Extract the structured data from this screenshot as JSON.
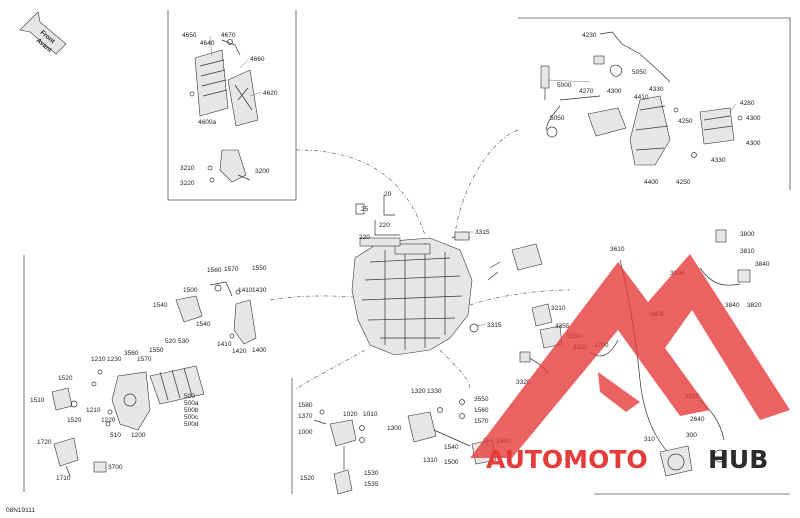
{
  "drawing_id": "08N19111",
  "arrow_text": [
    "Front",
    "Avant"
  ],
  "watermark": {
    "part1": "AUTOMOTO",
    "part2": "HUB",
    "red": "#e53b3b",
    "dark": "#2b2b2b"
  },
  "labels": [
    {
      "text": "4650"
    },
    {
      "text": "4670"
    },
    {
      "text": "4640"
    },
    {
      "text": "4660"
    },
    {
      "text": "4620"
    },
    {
      "text": "4600a"
    },
    {
      "text": "3210"
    },
    {
      "text": "3220"
    },
    {
      "text": "3200"
    },
    {
      "text": "4230"
    },
    {
      "text": "5000"
    },
    {
      "text": "5050"
    },
    {
      "text": "4270"
    },
    {
      "text": "4300"
    },
    {
      "text": "4330"
    },
    {
      "text": "4410"
    },
    {
      "text": "4280"
    },
    {
      "text": "4300"
    },
    {
      "text": "4250"
    },
    {
      "text": "5050"
    },
    {
      "text": "4300"
    },
    {
      "text": "4330"
    },
    {
      "text": "4400"
    },
    {
      "text": "4250"
    },
    {
      "text": "20"
    },
    {
      "text": "25"
    },
    {
      "text": "220"
    },
    {
      "text": "220"
    },
    {
      "text": "3315"
    },
    {
      "text": "3315"
    },
    {
      "text": "1560"
    },
    {
      "text": "1570"
    },
    {
      "text": "1550"
    },
    {
      "text": "1500"
    },
    {
      "text": "1410"
    },
    {
      "text": "1430"
    },
    {
      "text": "1540"
    },
    {
      "text": "1540"
    },
    {
      "text": "1410"
    },
    {
      "text": "1420"
    },
    {
      "text": "1400"
    },
    {
      "text": "1210"
    },
    {
      "text": "1230"
    },
    {
      "text": "3560"
    },
    {
      "text": "520"
    },
    {
      "text": "530"
    },
    {
      "text": "1550"
    },
    {
      "text": "1570"
    },
    {
      "text": "1520"
    },
    {
      "text": "1510"
    },
    {
      "text": "1520"
    },
    {
      "text": "1210"
    },
    {
      "text": "1220"
    },
    {
      "text": "510"
    },
    {
      "text": "1200"
    },
    {
      "text": "500"
    },
    {
      "text": "500a"
    },
    {
      "text": "500b"
    },
    {
      "text": "500c"
    },
    {
      "text": "500d"
    },
    {
      "text": "1720"
    },
    {
      "text": "3700"
    },
    {
      "text": "1710"
    },
    {
      "text": "1580"
    },
    {
      "text": "1370"
    },
    {
      "text": "1020"
    },
    {
      "text": "1010"
    },
    {
      "text": "1000"
    },
    {
      "text": "1530"
    },
    {
      "text": "1520"
    },
    {
      "text": "1535"
    },
    {
      "text": "1320"
    },
    {
      "text": "1330"
    },
    {
      "text": "3550"
    },
    {
      "text": "1560"
    },
    {
      "text": "1570"
    },
    {
      "text": "1300"
    },
    {
      "text": "1540"
    },
    {
      "text": "1310"
    },
    {
      "text": "1500"
    },
    {
      "text": "1540"
    },
    {
      "text": "3210"
    },
    {
      "text": "3355"
    },
    {
      "text": "3350"
    },
    {
      "text": "3330"
    },
    {
      "text": "3320"
    },
    {
      "text": "3700"
    },
    {
      "text": "3610"
    },
    {
      "text": "3690"
    },
    {
      "text": "3400"
    },
    {
      "text": "3800"
    },
    {
      "text": "3810"
    },
    {
      "text": "3840"
    },
    {
      "text": "3840"
    },
    {
      "text": "3820"
    },
    {
      "text": "2610"
    },
    {
      "text": "2640"
    },
    {
      "text": "300"
    },
    {
      "text": "310"
    }
  ]
}
